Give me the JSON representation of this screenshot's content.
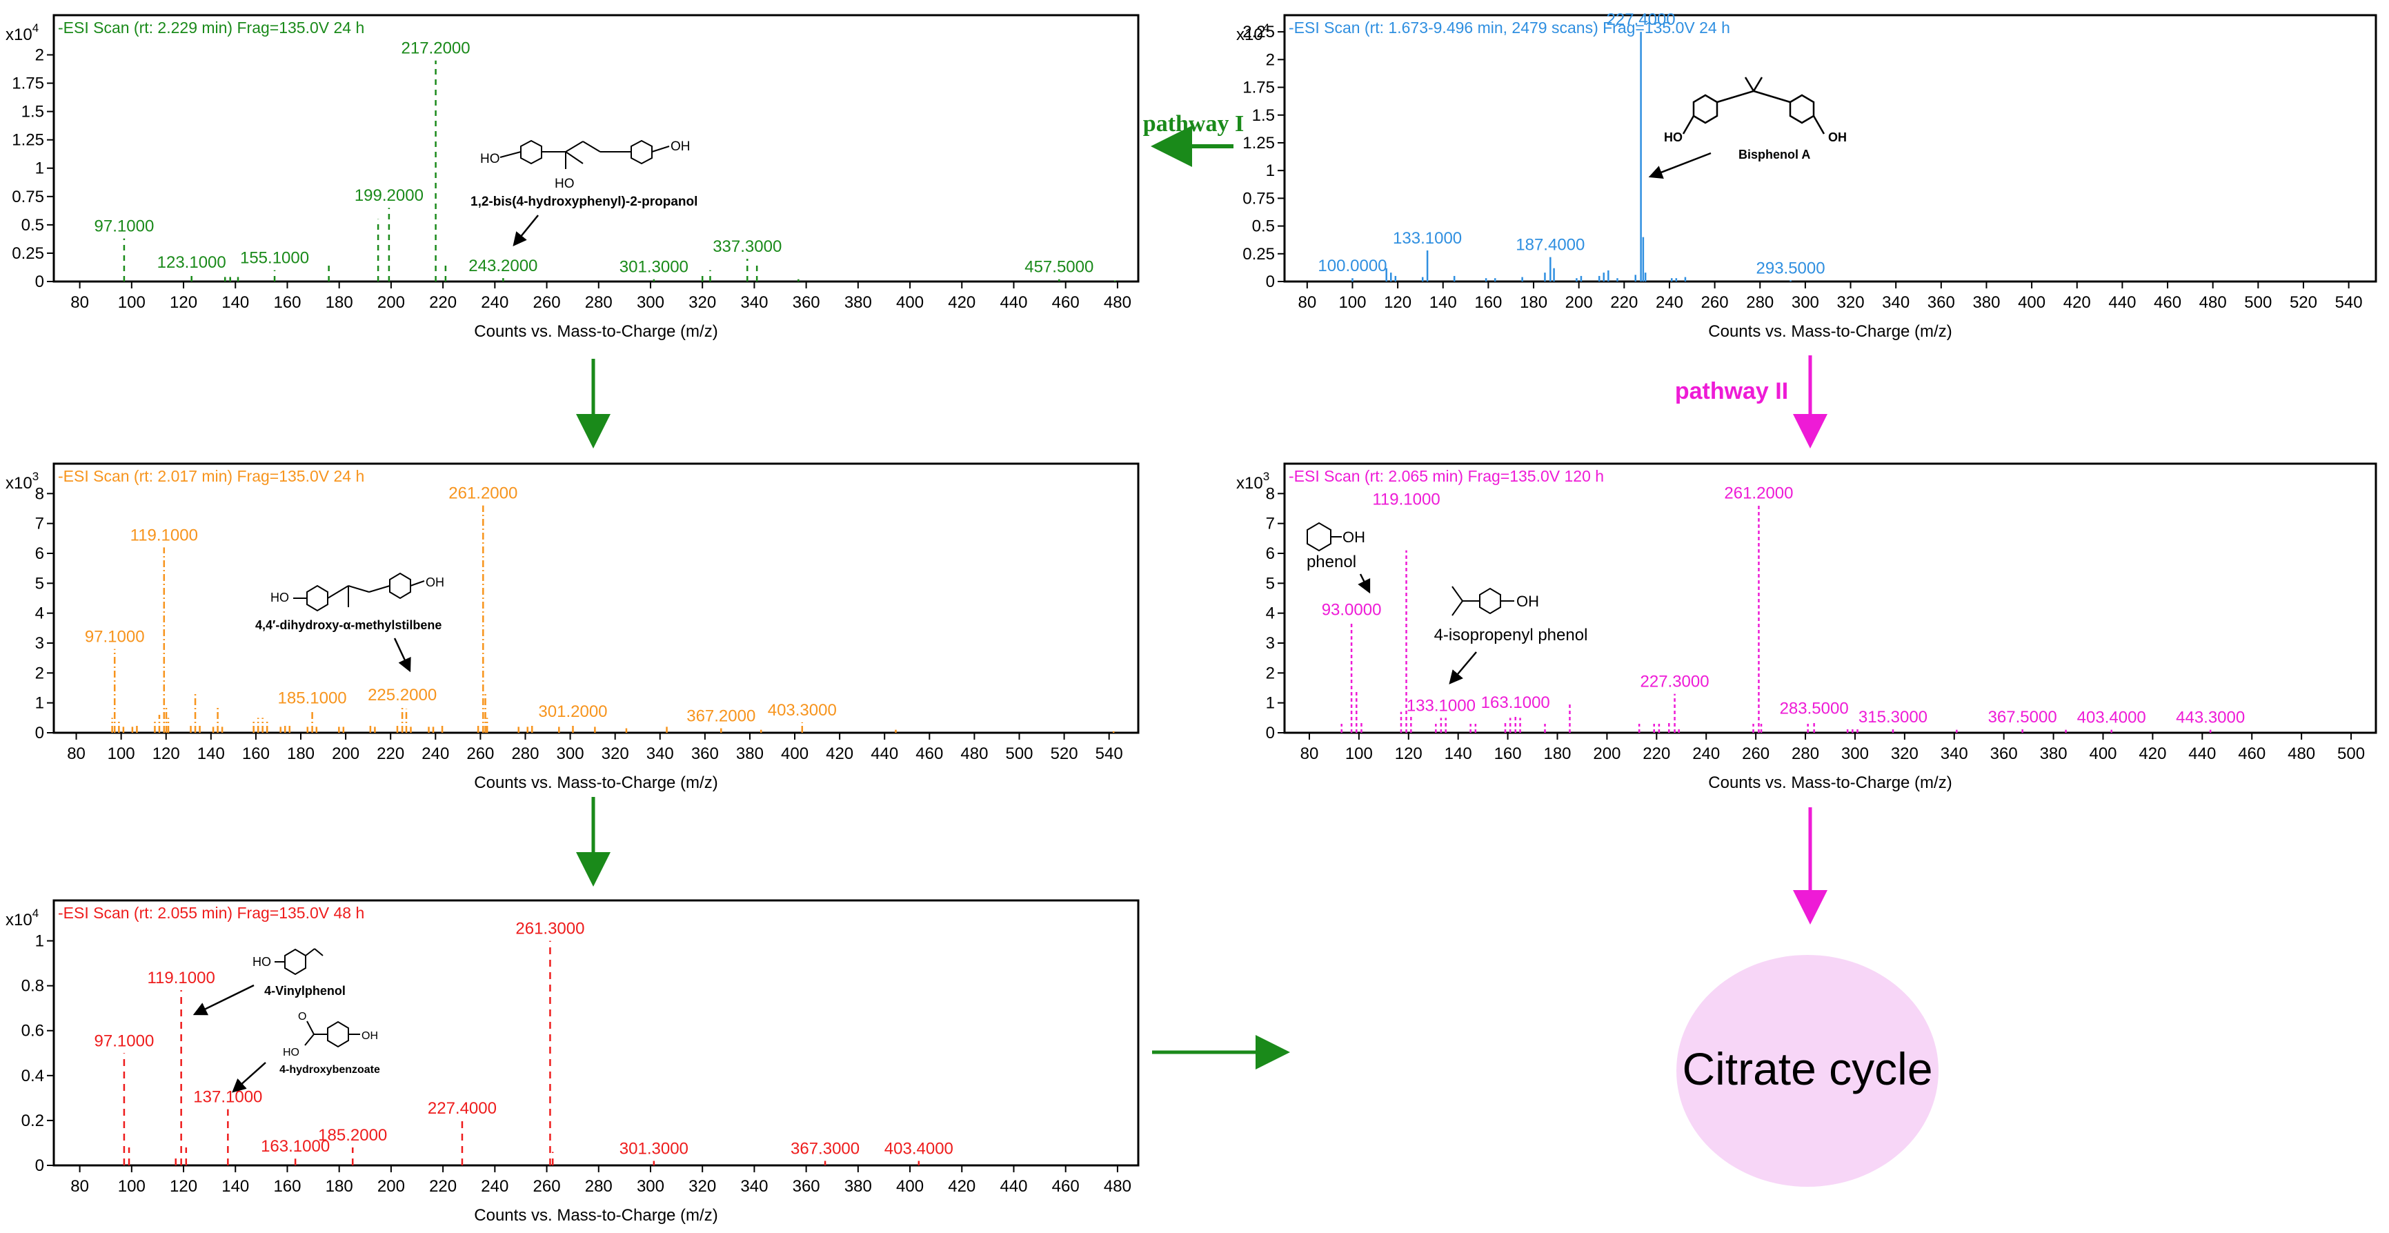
{
  "shared": {
    "xlabel": "Counts vs. Mass-to-Charge (m/z)"
  },
  "chart_data": [
    {
      "id": "p1",
      "type": "bar",
      "title": "-ESI Scan (rt: 2.229 min) Frag=135.0V 24 h",
      "multiplier": "x10",
      "exponent": "4",
      "color": "#1a8a1a",
      "dash": "8,7",
      "xlabel": "Counts vs. Mass-to-Charge (m/z)",
      "xlim": [
        70,
        488
      ],
      "ylim": [
        0,
        2.35
      ],
      "xticks": [
        80,
        100,
        120,
        140,
        160,
        180,
        200,
        220,
        240,
        260,
        280,
        300,
        320,
        340,
        360,
        380,
        400,
        420,
        440,
        460,
        480
      ],
      "yticks": [
        0,
        0.25,
        0.5,
        0.75,
        1,
        1.25,
        1.5,
        1.75,
        2
      ],
      "ytick_labels": [
        "0",
        "0.25",
        "0.5",
        "0.75",
        "1",
        "1.25",
        "1.5",
        "1.75",
        "2"
      ],
      "peaks": [
        [
          97.1,
          0.38
        ],
        [
          123.1,
          0.06
        ],
        [
          136,
          0.04
        ],
        [
          138,
          0.04
        ],
        [
          141,
          0.04
        ],
        [
          155.1,
          0.1
        ],
        [
          176,
          0.16
        ],
        [
          195,
          0.55
        ],
        [
          199.2,
          0.65
        ],
        [
          217.2,
          1.95
        ],
        [
          221,
          0.14
        ],
        [
          243.2,
          0.03
        ],
        [
          301.3,
          0.02
        ],
        [
          320,
          0.07
        ],
        [
          323,
          0.1
        ],
        [
          337.3,
          0.2
        ],
        [
          341,
          0.15
        ],
        [
          357,
          0.02
        ],
        [
          457.5,
          0.02
        ],
        [
          479,
          0.01
        ]
      ],
      "labels": [
        {
          "text": "97.1000",
          "x": 97.1,
          "y": 0.38
        },
        {
          "text": "123.1000",
          "x": 123.1,
          "y": 0.06
        },
        {
          "text": "155.1000",
          "x": 155.1,
          "y": 0.1
        },
        {
          "text": "199.2000",
          "x": 199.2,
          "y": 0.65
        },
        {
          "text": "217.2000",
          "x": 217.2,
          "y": 1.95
        },
        {
          "text": "243.2000",
          "x": 243.2,
          "y": 0.03
        },
        {
          "text": "301.3000",
          "x": 301.3,
          "y": 0.02
        },
        {
          "text": "337.3000",
          "x": 337.3,
          "y": 0.2
        },
        {
          "text": "457.5000",
          "x": 457.5,
          "y": 0.02
        }
      ]
    },
    {
      "id": "p2",
      "type": "bar",
      "title": "-ESI Scan (rt: 1.673-9.496 min, 2479 scans) Frag=135.0V 24 h",
      "multiplier": "x10",
      "exponent": "4",
      "color": "#2f8fe0",
      "dash": "",
      "xlabel": "Counts vs. Mass-to-Charge (m/z)",
      "xlim": [
        70,
        552
      ],
      "ylim": [
        0,
        2.4
      ],
      "xticks": [
        80,
        100,
        120,
        140,
        160,
        180,
        200,
        220,
        240,
        260,
        280,
        300,
        320,
        340,
        360,
        380,
        400,
        420,
        440,
        460,
        480,
        500,
        520,
        540
      ],
      "yticks": [
        0,
        0.25,
        0.5,
        0.75,
        1,
        1.25,
        1.5,
        1.75,
        2,
        2.25
      ],
      "ytick_labels": [
        "0",
        "0.25",
        "0.5",
        "0.75",
        "1",
        "1.25",
        "1.5",
        "1.75",
        "2",
        "2.25"
      ],
      "peaks": [
        [
          100,
          0.03
        ],
        [
          115,
          0.12
        ],
        [
          117,
          0.08
        ],
        [
          119,
          0.05
        ],
        [
          131,
          0.04
        ],
        [
          133.1,
          0.28
        ],
        [
          145,
          0.05
        ],
        [
          159,
          0.03
        ],
        [
          163,
          0.03
        ],
        [
          175,
          0.04
        ],
        [
          185,
          0.08
        ],
        [
          187.4,
          0.22
        ],
        [
          189,
          0.12
        ],
        [
          199,
          0.03
        ],
        [
          201,
          0.05
        ],
        [
          209,
          0.05
        ],
        [
          211,
          0.08
        ],
        [
          213,
          0.1
        ],
        [
          217,
          0.03
        ],
        [
          225,
          0.06
        ],
        [
          227.4,
          2.25
        ],
        [
          228.4,
          0.4
        ],
        [
          229.4,
          0.08
        ],
        [
          241,
          0.03
        ],
        [
          243,
          0.03
        ],
        [
          247,
          0.04
        ],
        [
          293.5,
          0.01
        ]
      ],
      "labels": [
        {
          "text": "100.0000",
          "x": 100,
          "y": 0.03
        },
        {
          "text": "133.1000",
          "x": 133.1,
          "y": 0.28
        },
        {
          "text": "187.4000",
          "x": 187.4,
          "y": 0.22
        },
        {
          "text": "227.4000",
          "x": 227.4,
          "y": 2.25
        },
        {
          "text": "293.5000",
          "x": 293.5,
          "y": 0.01
        }
      ]
    },
    {
      "id": "p3",
      "type": "bar",
      "title": "-ESI Scan (rt: 2.017 min) Frag=135.0V 24 h",
      "multiplier": "x10",
      "exponent": "3",
      "color": "#f7941d",
      "dash": "10,4,2,4",
      "xlabel": "Counts vs. Mass-to-Charge (m/z)",
      "xlim": [
        70,
        553
      ],
      "ylim": [
        0,
        9.0
      ],
      "xticks": [
        80,
        100,
        120,
        140,
        160,
        180,
        200,
        220,
        240,
        260,
        280,
        300,
        320,
        340,
        360,
        380,
        400,
        420,
        440,
        460,
        480,
        500,
        520,
        540
      ],
      "yticks": [
        0,
        1,
        2,
        3,
        4,
        5,
        6,
        7,
        8
      ],
      "ytick_labels": [
        "0",
        "1",
        "2",
        "3",
        "4",
        "5",
        "6",
        "7",
        "8"
      ],
      "peaks": [
        [
          96,
          0.5
        ],
        [
          97.1,
          2.8
        ],
        [
          99,
          0.4
        ],
        [
          101,
          0.2
        ],
        [
          105,
          0.2
        ],
        [
          107,
          0.3
        ],
        [
          115,
          0.4
        ],
        [
          117,
          0.6
        ],
        [
          119.1,
          6.2
        ],
        [
          120.1,
          0.9
        ],
        [
          121,
          0.5
        ],
        [
          131,
          0.3
        ],
        [
          133,
          1.3
        ],
        [
          135,
          0.3
        ],
        [
          141,
          0.2
        ],
        [
          143,
          0.9
        ],
        [
          145,
          0.2
        ],
        [
          159,
          0.4
        ],
        [
          161,
          0.5
        ],
        [
          163,
          0.5
        ],
        [
          165,
          0.4
        ],
        [
          171,
          0.2
        ],
        [
          173,
          0.3
        ],
        [
          175,
          0.3
        ],
        [
          183,
          0.2
        ],
        [
          185.1,
          0.75
        ],
        [
          187,
          0.2
        ],
        [
          197,
          0.2
        ],
        [
          199,
          0.2
        ],
        [
          211,
          0.3
        ],
        [
          213,
          0.2
        ],
        [
          223,
          0.3
        ],
        [
          225.2,
          0.85
        ],
        [
          227,
          0.8
        ],
        [
          229,
          0.2
        ],
        [
          237,
          0.2
        ],
        [
          239,
          0.2
        ],
        [
          243,
          0.3
        ],
        [
          259,
          0.3
        ],
        [
          261.2,
          7.6
        ],
        [
          262.2,
          1.3
        ],
        [
          263,
          0.5
        ],
        [
          277,
          0.2
        ],
        [
          281,
          0.2
        ],
        [
          283,
          0.3
        ],
        [
          295,
          0.2
        ],
        [
          301.2,
          0.3
        ],
        [
          311,
          0.2
        ],
        [
          325,
          0.15
        ],
        [
          343,
          0.2
        ],
        [
          367.2,
          0.15
        ],
        [
          385,
          0.1
        ],
        [
          403.3,
          0.35
        ],
        [
          445,
          0.1
        ],
        [
          542,
          0.05
        ]
      ],
      "labels": [
        {
          "text": "97.1000",
          "x": 97.1,
          "y": 2.8
        },
        {
          "text": "119.1000",
          "x": 119.1,
          "y": 6.2
        },
        {
          "text": "185.1000",
          "x": 185.1,
          "y": 0.75
        },
        {
          "text": "225.2000",
          "x": 225.2,
          "y": 0.85
        },
        {
          "text": "261.2000",
          "x": 261.2,
          "y": 7.6
        },
        {
          "text": "301.2000",
          "x": 301.2,
          "y": 0.3
        },
        {
          "text": "367.2000",
          "x": 367.2,
          "y": 0.15
        },
        {
          "text": "403.3000",
          "x": 403.3,
          "y": 0.35
        }
      ]
    },
    {
      "id": "p4",
      "type": "bar",
      "title": "-ESI Scan (rt: 2.065 min) Frag=135.0V 120 h",
      "multiplier": "x10",
      "exponent": "3",
      "color": "#ee1bd6",
      "dash": "5,4",
      "xlabel": "Counts vs. Mass-to-Charge (m/z)",
      "xlim": [
        70,
        510
      ],
      "ylim": [
        0,
        9.0
      ],
      "xticks": [
        80,
        100,
        120,
        140,
        160,
        180,
        200,
        220,
        240,
        260,
        280,
        300,
        320,
        340,
        360,
        380,
        400,
        420,
        440,
        460,
        480,
        500
      ],
      "yticks": [
        0,
        1,
        2,
        3,
        4,
        5,
        6,
        7,
        8
      ],
      "ytick_labels": [
        "0",
        "1",
        "2",
        "3",
        "4",
        "5",
        "6",
        "7",
        "8"
      ],
      "peaks": [
        [
          93,
          0.3
        ],
        [
          97,
          3.7
        ],
        [
          99,
          1.4
        ],
        [
          101,
          0.4
        ],
        [
          117,
          0.7
        ],
        [
          119.1,
          6.1
        ],
        [
          121,
          0.6
        ],
        [
          131,
          0.3
        ],
        [
          133.1,
          0.5
        ],
        [
          135,
          0.5
        ],
        [
          145,
          0.3
        ],
        [
          147,
          0.3
        ],
        [
          159,
          0.4
        ],
        [
          161,
          0.5
        ],
        [
          163.1,
          0.6
        ],
        [
          165,
          0.5
        ],
        [
          175,
          0.3
        ],
        [
          185,
          1.0
        ],
        [
          213,
          0.3
        ],
        [
          219,
          0.3
        ],
        [
          221,
          0.3
        ],
        [
          225,
          0.4
        ],
        [
          227.3,
          1.3
        ],
        [
          229,
          0.2
        ],
        [
          259,
          0.3
        ],
        [
          261.2,
          7.6
        ],
        [
          262.2,
          0.3
        ],
        [
          281,
          0.3
        ],
        [
          283.5,
          0.4
        ],
        [
          297,
          0.2
        ],
        [
          299,
          0.2
        ],
        [
          301,
          0.2
        ],
        [
          315.3,
          0.12
        ],
        [
          341,
          0.1
        ],
        [
          367.5,
          0.12
        ],
        [
          385,
          0.1
        ],
        [
          403.4,
          0.1
        ],
        [
          443.3,
          0.1
        ]
      ],
      "labels": [
        {
          "text": "93.0000",
          "x": 97,
          "y": 3.7
        },
        {
          "text": "119.1000",
          "x": 119.1,
          "y": 7.4
        },
        {
          "text": "133.1000",
          "x": 133.1,
          "y": 0.5
        },
        {
          "text": "163.1000",
          "x": 163.1,
          "y": 0.6
        },
        {
          "text": "227.3000",
          "x": 227.3,
          "y": 1.3
        },
        {
          "text": "261.2000",
          "x": 261.2,
          "y": 7.6
        },
        {
          "text": "283.5000",
          "x": 283.5,
          "y": 0.4
        },
        {
          "text": "315.3000",
          "x": 315.3,
          "y": 0.12
        },
        {
          "text": "367.5000",
          "x": 367.5,
          "y": 0.12
        },
        {
          "text": "403.4000",
          "x": 403.4,
          "y": 0.1
        },
        {
          "text": "443.3000",
          "x": 443.3,
          "y": 0.1
        }
      ]
    },
    {
      "id": "p5",
      "type": "bar",
      "title": "-ESI Scan (rt: 2.055 min) Frag=135.0V 48 h",
      "multiplier": "x10",
      "exponent": "4",
      "color": "#ee1c1c",
      "dash": "10,8",
      "xlabel": "Counts vs. Mass-to-Charge (m/z)",
      "xlim": [
        70,
        488
      ],
      "ylim": [
        0,
        1.18
      ],
      "xticks": [
        80,
        100,
        120,
        140,
        160,
        180,
        200,
        220,
        240,
        260,
        280,
        300,
        320,
        340,
        360,
        380,
        400,
        420,
        440,
        460,
        480
      ],
      "yticks": [
        0,
        0.2,
        0.4,
        0.6,
        0.8,
        1
      ],
      "ytick_labels": [
        "0",
        "0.2",
        "0.4",
        "0.6",
        "0.8",
        "1"
      ],
      "peaks": [
        [
          97.1,
          0.5
        ],
        [
          99,
          0.08
        ],
        [
          117,
          0.04
        ],
        [
          119.1,
          0.78
        ],
        [
          121,
          0.08
        ],
        [
          137.1,
          0.25
        ],
        [
          163.1,
          0.03
        ],
        [
          185.2,
          0.08
        ],
        [
          227.4,
          0.2
        ],
        [
          261.3,
          1.0
        ],
        [
          262.3,
          0.06
        ],
        [
          301.3,
          0.02
        ],
        [
          367.3,
          0.02
        ],
        [
          403.4,
          0.02
        ]
      ],
      "labels": [
        {
          "text": "97.1000",
          "x": 97.1,
          "y": 0.5
        },
        {
          "text": "119.1000",
          "x": 119.1,
          "y": 0.78
        },
        {
          "text": "137.1000",
          "x": 137.1,
          "y": 0.25
        },
        {
          "text": "163.1000",
          "x": 163.1,
          "y": 0.03
        },
        {
          "text": "185.2000",
          "x": 185.2,
          "y": 0.08
        },
        {
          "text": "227.4000",
          "x": 227.4,
          "y": 0.2
        },
        {
          "text": "261.3000",
          "x": 261.3,
          "y": 1.0
        },
        {
          "text": "301.3000",
          "x": 301.3,
          "y": 0.02
        },
        {
          "text": "367.3000",
          "x": 367.3,
          "y": 0.02
        },
        {
          "text": "403.4000",
          "x": 403.4,
          "y": 0.02
        }
      ]
    }
  ],
  "molecules": {
    "p1": "1,2-bis(4-hydroxyphenyl)-2-propanol",
    "p2": "Bisphenol A",
    "p3": "4,4′-dihydroxy-α-methylstilbene",
    "p4a": "phenol",
    "p4b": "4-isopropenyl phenol",
    "p5a": "4-Vinylphenol",
    "p5b": "4-hydroxybenzoate",
    "oh": "OH",
    "ho": "HO",
    "o": "O"
  },
  "pathways": {
    "pathway1": "pathway I",
    "pathway2": "pathway II",
    "citrate": "Citrate cycle",
    "green": "#1a8a1a",
    "magenta": "#ee1bd6",
    "ellipse_fill": "#f7d6f7"
  }
}
